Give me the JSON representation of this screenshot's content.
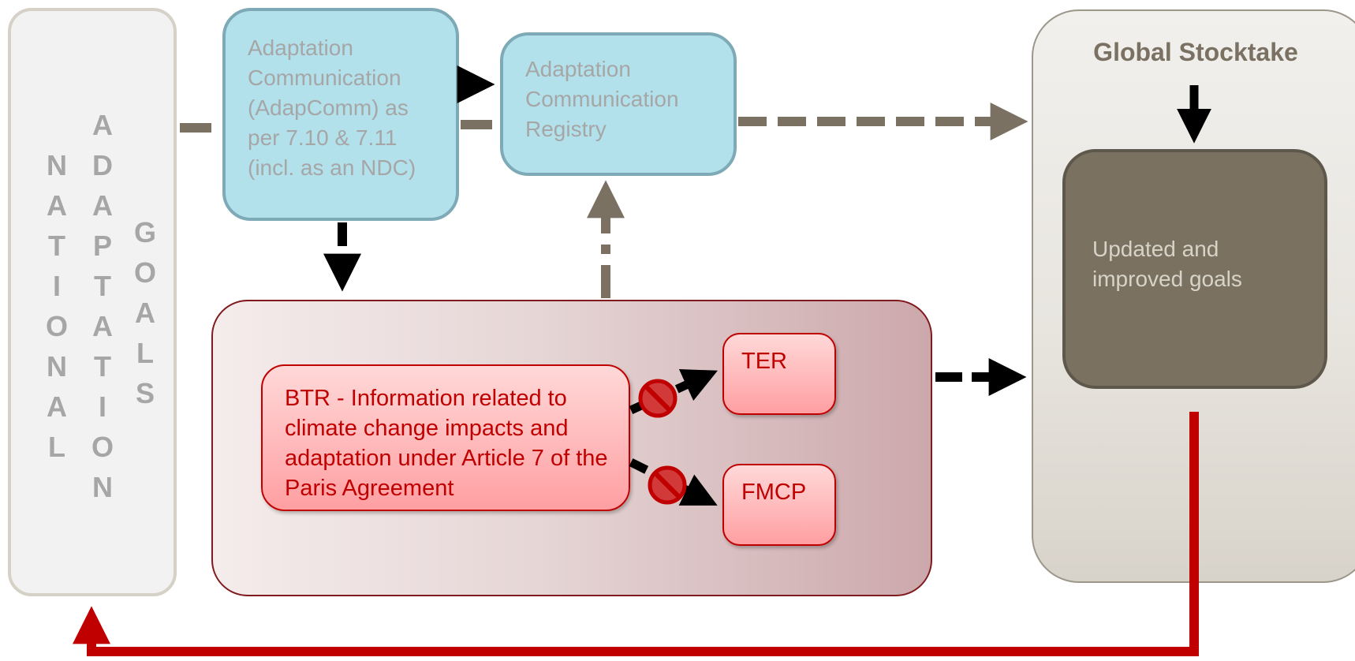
{
  "national_adaptation_goals": {
    "column_national": [
      "N",
      "A",
      "T",
      "I",
      "O",
      "N",
      "A",
      "L"
    ],
    "column_adaptation": [
      "A",
      "D",
      "A",
      "P",
      "T",
      "A",
      "T",
      "I",
      "O",
      "N"
    ],
    "column_goals": [
      "G",
      "O",
      "A",
      "L",
      "S"
    ]
  },
  "adaptation_communication": {
    "label": "Adaptation Communication (AdapComm) as per 7.10 & 7.11 (incl. as an NDC)"
  },
  "registry": {
    "label": "Adaptation Communication Registry"
  },
  "global_stocktake": {
    "title": "Global Stocktake",
    "goals_label": "Updated and improved goals"
  },
  "btr": {
    "label": "BTR - Information related to climate change impacts and adaptation under Article 7 of the Paris Agreement"
  },
  "ter": {
    "label": "TER"
  },
  "fmcp": {
    "label": "FMCP"
  },
  "colors": {
    "dashed_arrow": "#7a7163",
    "black_arrow": "#000000",
    "feedback_arrow": "#c00000",
    "prohibited": "#c00000"
  }
}
